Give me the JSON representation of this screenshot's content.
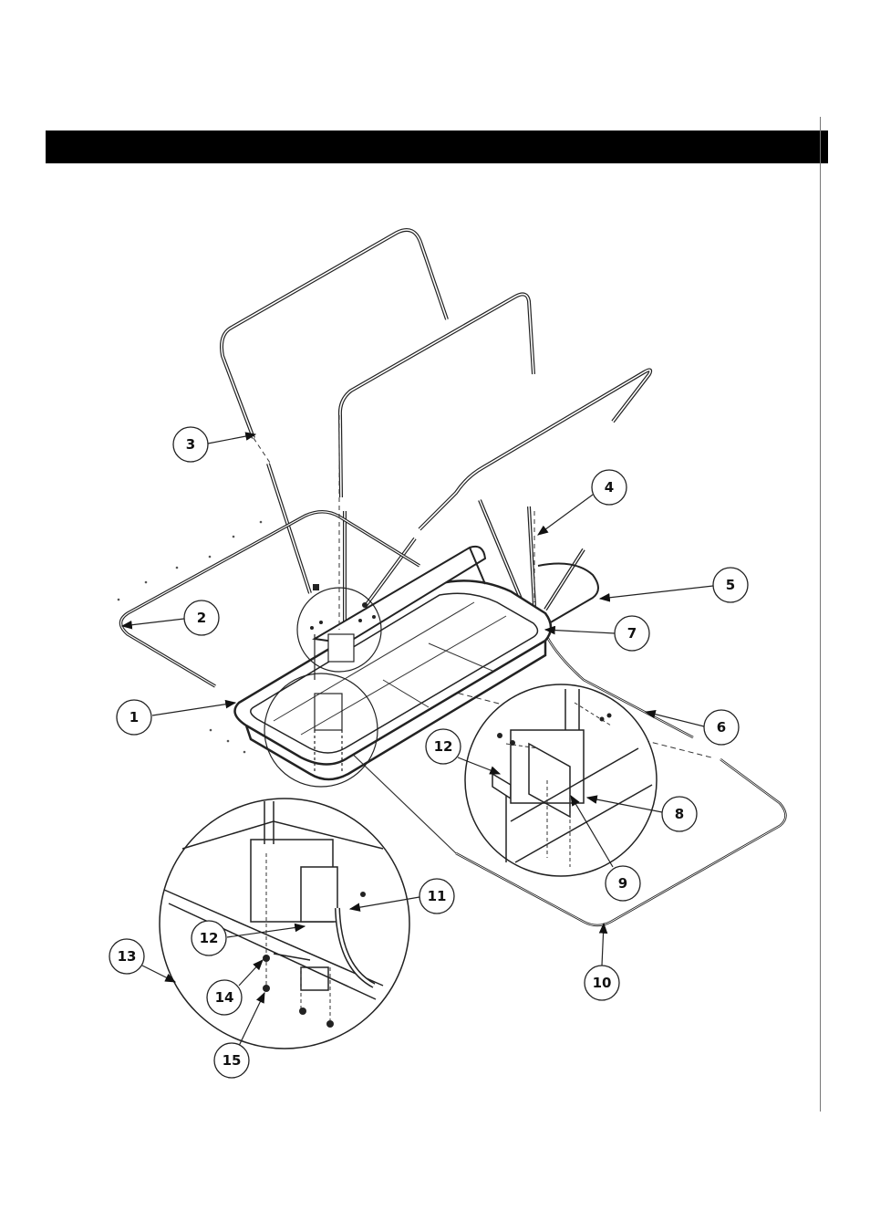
{
  "callouts": [
    {
      "id": "1",
      "label": "1"
    },
    {
      "id": "2",
      "label": "2"
    },
    {
      "id": "3",
      "label": "3"
    },
    {
      "id": "4",
      "label": "4"
    },
    {
      "id": "5",
      "label": "5"
    },
    {
      "id": "6",
      "label": "6"
    },
    {
      "id": "7",
      "label": "7"
    },
    {
      "id": "8",
      "label": "8"
    },
    {
      "id": "9",
      "label": "9"
    },
    {
      "id": "10",
      "label": "10"
    },
    {
      "id": "11",
      "label": "11"
    },
    {
      "id": "12a",
      "label": "12"
    },
    {
      "id": "12b",
      "label": "12"
    },
    {
      "id": "13",
      "label": "13"
    },
    {
      "id": "14",
      "label": "14"
    },
    {
      "id": "15",
      "label": "15"
    }
  ]
}
